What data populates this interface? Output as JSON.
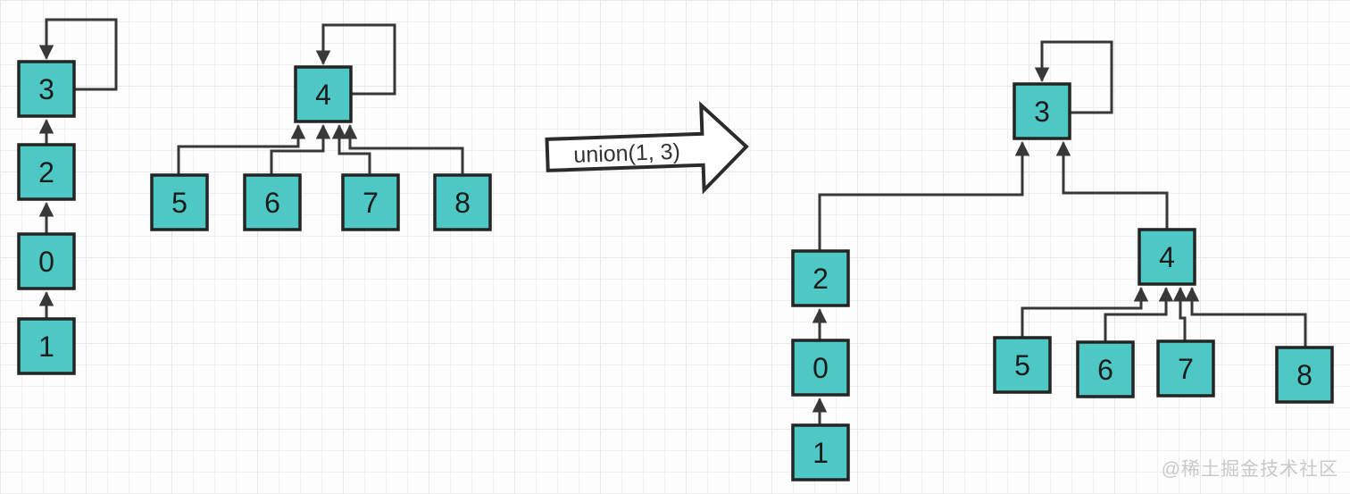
{
  "operation": {
    "label": "union(1, 3)"
  },
  "watermark": {
    "text": "@稀土掘金技术社区"
  },
  "colors": {
    "node_fill": "#4ec8c4",
    "node_border": "#242424",
    "edge": "#383838",
    "grid_minor": "#f0f0f0",
    "grid_major": "#e7e7e7",
    "background": "#fdfdfd",
    "watermark": "#c9c9c9"
  },
  "nodes": {
    "before": {
      "n3": "3",
      "n2": "2",
      "n0": "0",
      "n1": "1",
      "n4": "4",
      "n5": "5",
      "n6": "6",
      "n7": "7",
      "n8": "8"
    },
    "after": {
      "n3": "3",
      "n2": "2",
      "n0": "0",
      "n1": "1",
      "n4": "4",
      "n5": "5",
      "n6": "6",
      "n7": "7",
      "n8": "8"
    }
  },
  "structure": {
    "parent_before": {
      "3": "3",
      "2": "3",
      "0": "2",
      "1": "0",
      "4": "4",
      "5": "4",
      "6": "4",
      "7": "4",
      "8": "4"
    },
    "parent_after": {
      "3": "3",
      "2": "3",
      "0": "2",
      "1": "0",
      "4": "3",
      "5": "4",
      "6": "4",
      "7": "4",
      "8": "4"
    }
  }
}
